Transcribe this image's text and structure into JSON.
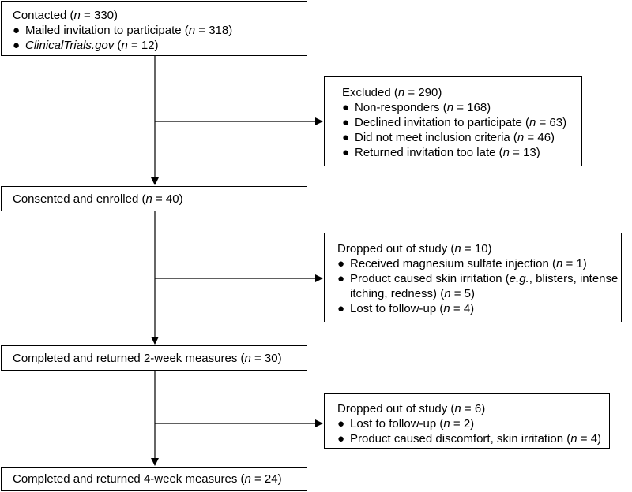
{
  "boxes": {
    "contacted": {
      "title_prefix": "Contacted (",
      "n_label": "n",
      "title_value": " = 330)",
      "items": [
        {
          "prefix": "Mailed invitation to participate (",
          "n": "n",
          "value": " = 318)"
        },
        {
          "italic": "ClinicalTrials.gov",
          "prefix": " (",
          "n": "n",
          "value": " = 12)"
        }
      ]
    },
    "excluded": {
      "title_prefix": "Excluded (",
      "n_label": "n",
      "title_value": " = 290)",
      "items": [
        {
          "prefix": "Non-responders (",
          "n": "n",
          "value": " = 168)"
        },
        {
          "prefix": "Declined invitation to participate (",
          "n": "n",
          "value": " = 63)"
        },
        {
          "prefix": "Did not meet inclusion criteria (",
          "n": "n",
          "value": " = 46)"
        },
        {
          "prefix": "Returned invitation too late (",
          "n": "n",
          "value": " = 13)"
        }
      ]
    },
    "enrolled": {
      "title_prefix": "Consented and enrolled (",
      "n_label": "n",
      "title_value": " = 40)"
    },
    "dropped1": {
      "title_prefix": "Dropped out of study (",
      "n_label": "n",
      "title_value": " = 10)",
      "items": [
        {
          "prefix": "Received magnesium sulfate injection (",
          "n": "n",
          "value": " = 1)"
        },
        {
          "line1": "Product caused skin irritation (",
          "eg": "e.g.",
          "line1b": ", blisters, intense",
          "line2": "itching, redness) (",
          "n": "n",
          "value": " = 5)"
        },
        {
          "prefix": "Lost to follow-up (",
          "n": "n",
          "value": " = 4)"
        }
      ]
    },
    "week2": {
      "title_prefix": "Completed and returned 2-week measures (",
      "n_label": "n",
      "title_value": " = 30)"
    },
    "dropped2": {
      "title_prefix": "Dropped out of study (",
      "n_label": "n",
      "title_value": " = 6)",
      "items": [
        {
          "prefix": "Lost to follow-up (",
          "n": "n",
          "value": " = 2)"
        },
        {
          "prefix": "Product caused discomfort, skin irritation (",
          "n": "n",
          "value": " = 4)"
        }
      ]
    },
    "week4": {
      "title_prefix": "Completed and returned 4-week measures (",
      "n_label": "n",
      "title_value": " = 24)"
    }
  },
  "bullet_char": "●"
}
